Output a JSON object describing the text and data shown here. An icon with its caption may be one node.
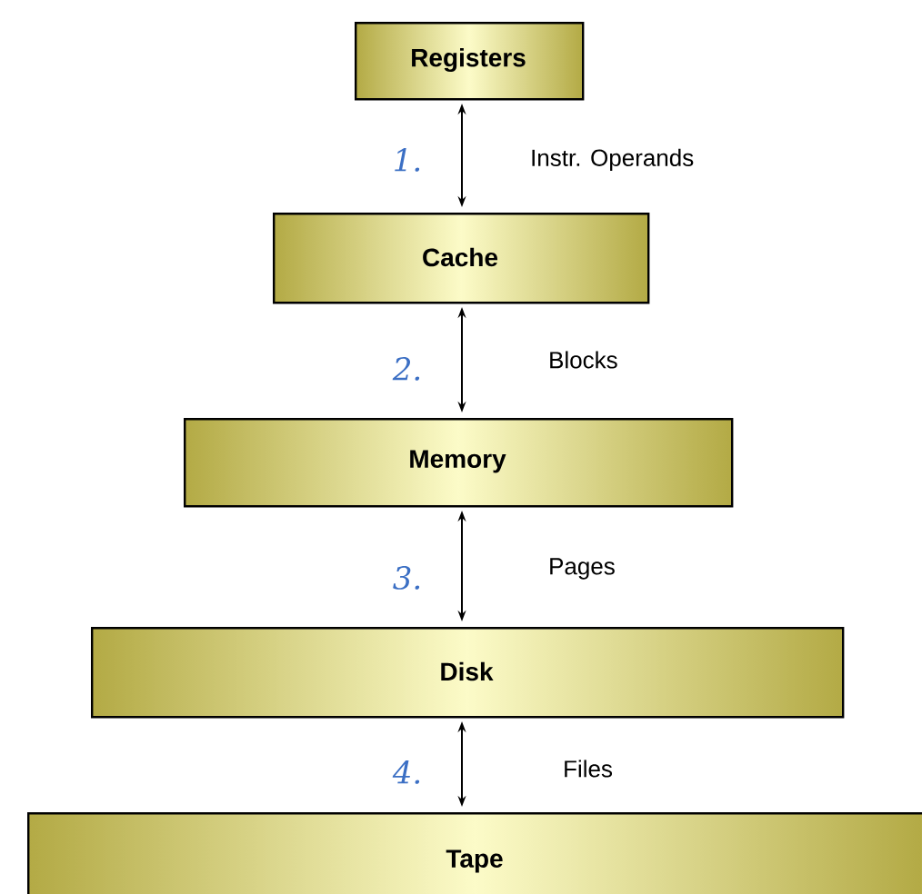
{
  "diagram": {
    "nodes": [
      {
        "text": [
          "Registers"
        ]
      },
      {
        "text": [
          "Cache"
        ]
      },
      {
        "text": [
          "Memory"
        ]
      },
      {
        "text": [
          "Disk"
        ]
      },
      {
        "text": [
          "Tape"
        ]
      }
    ],
    "edges": [
      {
        "from": 0,
        "to": 1,
        "arrow": "both",
        "label": "Instr. Operands"
      },
      {
        "from": 1,
        "to": 2,
        "arrow": "both",
        "label": "Blocks"
      },
      {
        "from": 2,
        "to": 3,
        "arrow": "both",
        "label": "Pages"
      },
      {
        "from": 3,
        "to": 4,
        "arrow": "both",
        "label": "Files"
      }
    ],
    "labels": [
      "1.",
      "2.",
      "3.",
      "4."
    ]
  }
}
